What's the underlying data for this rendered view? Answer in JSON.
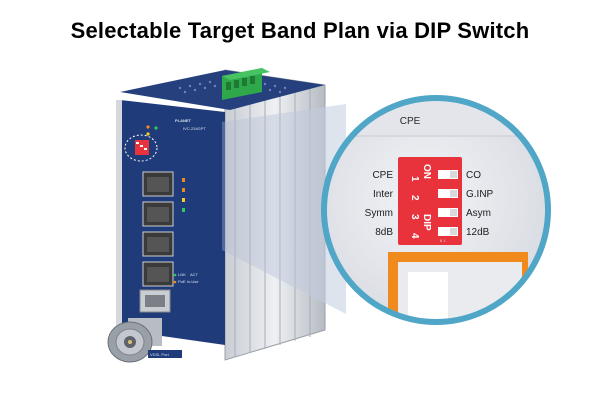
{
  "headline": "Selectable Target Band Plan via DIP Switch",
  "device": {
    "brand": "PLANET",
    "model": "IVC-234GPT",
    "led_labels": [
      "LNK",
      "ACT",
      "PoE In-Use"
    ],
    "bnc_label": "VDSL Port"
  },
  "zoom": {
    "header": "CPE",
    "left_labels": [
      "CPE",
      "Inter",
      "Symm",
      "8dB"
    ],
    "right_labels": [
      "CO",
      "G.INP",
      "Asym",
      "12dB"
    ],
    "switch_numbers": [
      "1",
      "2",
      "3",
      "4"
    ],
    "switch_on_text": "ON",
    "switch_dip_text": "DIP",
    "switch_small_text": "6 1"
  },
  "colors": {
    "panel_blue": "#1f3b7a",
    "dip_red": "#e8323c",
    "zoom_ring": "#4fa6c7",
    "terminal_green": "#2ea84a",
    "accent_orange": "#f08a1c"
  }
}
